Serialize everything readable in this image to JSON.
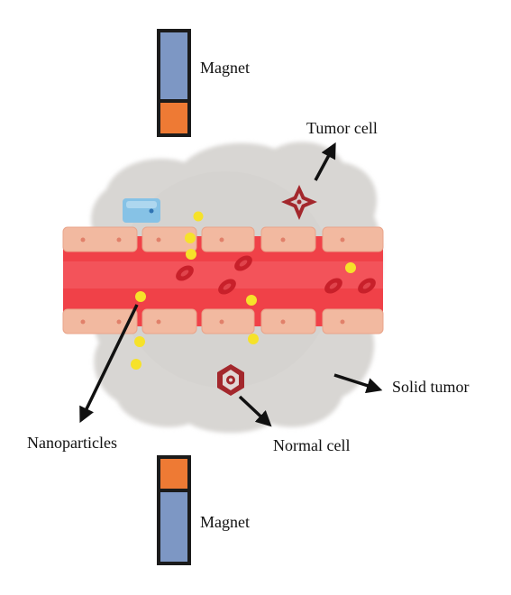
{
  "labels": {
    "magnet_top": "Magnet",
    "magnet_bottom": "Magnet",
    "tumor_cell": "Tumor cell",
    "solid_tumor": "Solid tumor",
    "nanoparticles": "Nanoparticles",
    "normal_cell": "Normal cell"
  },
  "colors": {
    "magnet_body": "#7d97c4",
    "magnet_pole": "#ee7a34",
    "magnet_border": "#1b1b1b",
    "vessel_blood": "#f04148",
    "vessel_wall": "#f2b9a0",
    "vessel_nucleus": "#e1806a",
    "red_blood_cell": "#c8202a",
    "nanoparticle": "#f6e22a",
    "tumor_mass": "#d8d6d3",
    "tumor_cell": "#a3272c",
    "normal_cell": "#a3272c",
    "stray_cell": "#86c2e6",
    "arrow": "#111111"
  }
}
